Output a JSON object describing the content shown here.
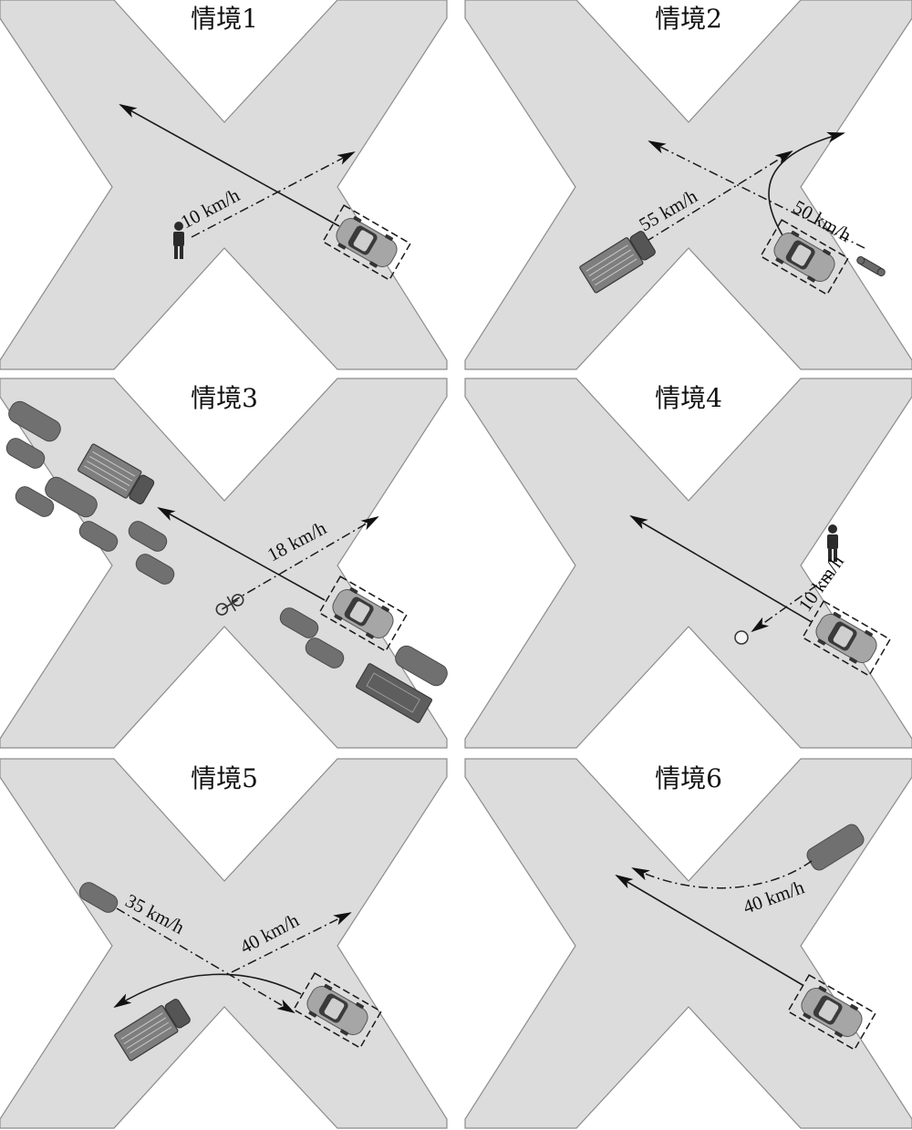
{
  "panels": [
    {
      "id": "s1",
      "title": "情境1",
      "speeds": [
        "10 km/h"
      ]
    },
    {
      "id": "s2",
      "title": "情境2",
      "speeds": [
        "55 km/h",
        "50 km/h"
      ]
    },
    {
      "id": "s3",
      "title": "情境3",
      "speeds": [
        "18 km/h"
      ]
    },
    {
      "id": "s4",
      "title": "情境4",
      "speeds": [
        "10 km/h"
      ]
    },
    {
      "id": "s5",
      "title": "情境5",
      "speeds": [
        "35 km/h",
        "40 km/h"
      ]
    },
    {
      "id": "s6",
      "title": "情境6",
      "speeds": [
        "40 km/h"
      ]
    }
  ],
  "colors": {
    "road": "#dcdcdc",
    "road_edge": "#8c8c8c",
    "vehicle": "#707070",
    "ego_vehicle": "#a6a6a6"
  }
}
